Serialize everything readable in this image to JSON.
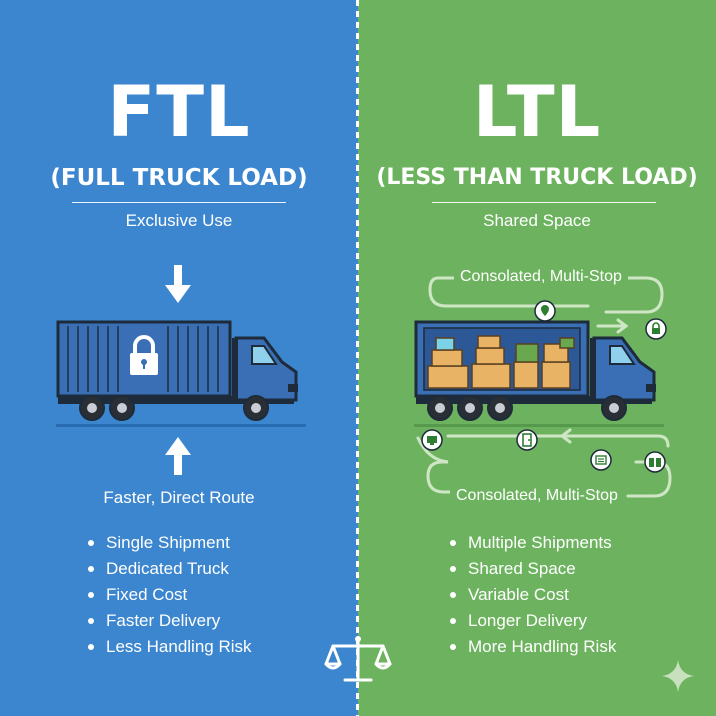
{
  "ftl": {
    "title": "FTL",
    "subtitle": "(FULL TRUCK LOAD)",
    "tagline": "Exclusive Use",
    "route_label": "Faster, Direct Route",
    "bullets": [
      "Single Shipment",
      "Dedicated Truck",
      "Fixed Cost",
      "Faster Delivery",
      "Less Handling Risk"
    ],
    "background_color": "#3c86cf"
  },
  "ltl": {
    "title": "LTL",
    "subtitle": "(LESS THAN TRUCK LOAD)",
    "tagline": "Shared Space",
    "route_top_label": "Consolated, Multi-Stop",
    "route_bottom_label": "Consolated, Multi-Stop",
    "bullets": [
      "Multiple Shipments",
      "Shared Space",
      "Variable Cost",
      "Longer Delivery",
      "More Handling Risk"
    ],
    "stop_icons": [
      "map-pin-icon",
      "lock-icon",
      "monitor-icon",
      "door-icon",
      "receipt-icon",
      "book-icon"
    ],
    "background_color": "#6db35f"
  },
  "icons": {
    "arrow_down": "arrow-down-icon",
    "arrow_up": "arrow-up-icon",
    "padlock": "padlock-icon",
    "scale": "balance-scale-icon",
    "sparkle": "sparkle-icon"
  },
  "colors": {
    "truck_blue": "#3a6fb5",
    "outline": "#1d2b3a",
    "package": "#e8b365",
    "green_box": "#6aa84f"
  }
}
